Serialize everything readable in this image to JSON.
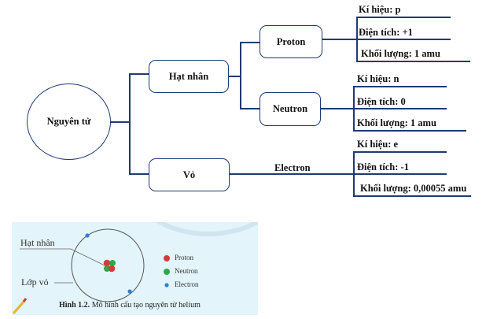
{
  "mindmap": {
    "root": "Nguyên tử",
    "branches": {
      "nucleus": "Hạt nhân",
      "shell": "Vỏ",
      "proton": "Proton",
      "neutron": "Neutron",
      "electron": "Electron"
    },
    "proton_props": [
      "Kí hiệu: p",
      "Điện tích: +1",
      "Khối lượng: 1 amu"
    ],
    "neutron_props": [
      "Kí hiệu: n",
      "Điện tích: 0",
      "Khối lượng: 1 amu"
    ],
    "electron_props": [
      "Kí hiệu: e",
      "Điện tích: -1",
      "Khối lượng: 0,00055 amu"
    ]
  },
  "figure": {
    "label_nucleus": "Hạt nhân",
    "label_shell": "Lớp vỏ",
    "legend": [
      {
        "label": "Proton",
        "color": "#d43b3b"
      },
      {
        "label": "Neutron",
        "color": "#2fa84a"
      },
      {
        "label": "Electron",
        "color": "#2f7fd6"
      }
    ],
    "caption_bold": "Hình 1.2.",
    "caption_text": " Mô hình cấu tạo nguyên tử helium"
  },
  "colors": {
    "line": "#1f3a73",
    "figure_bg": "#e3f4fb"
  }
}
